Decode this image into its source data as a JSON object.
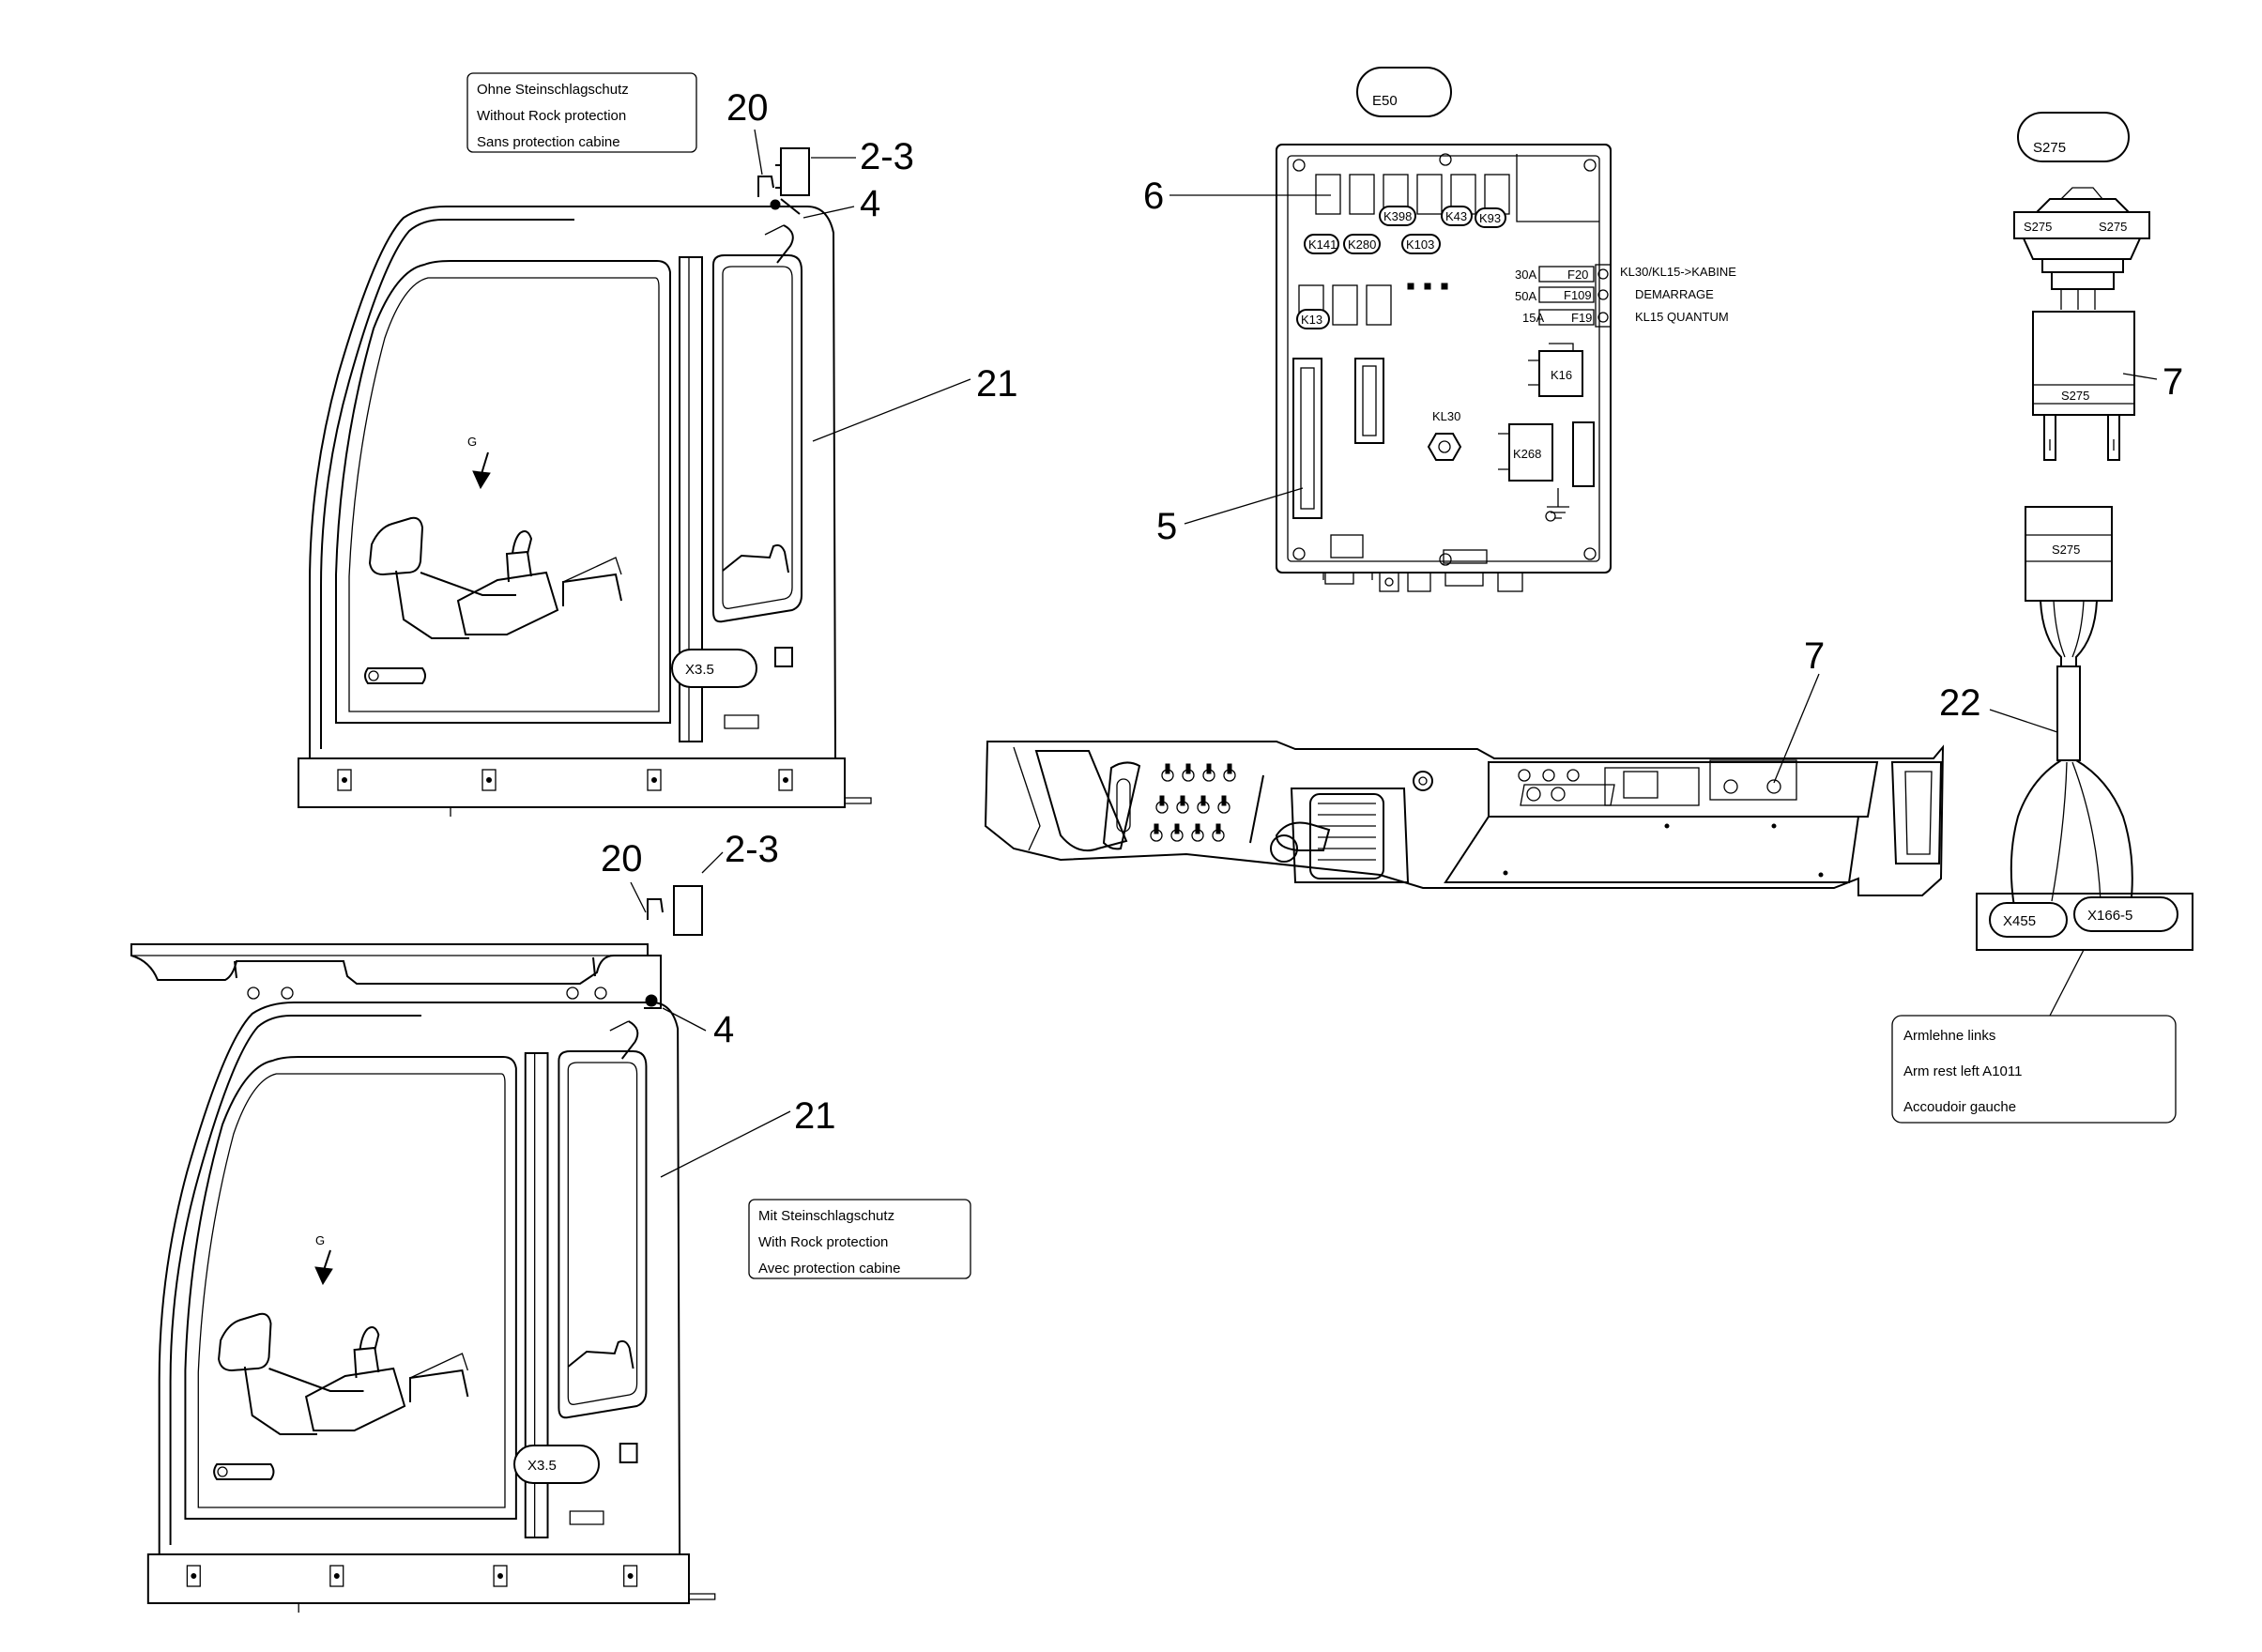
{
  "callouts": {
    "c20_top": "20",
    "c23_top": "2-3",
    "c4_top": "4",
    "c21_top": "21",
    "c20_bot": "20",
    "c23_bot": "2-3",
    "c4_bot": "4",
    "c21_bot": "21",
    "c6": "6",
    "c5": "5",
    "c7_panel": "7",
    "c7_switch": "7",
    "c22": "22"
  },
  "notes": {
    "without_rock": [
      "Ohne Steinschlagschutz",
      "Without Rock protection",
      "Sans protection cabine"
    ],
    "with_rock": [
      "Mit Steinschlagschutz",
      "With Rock protection",
      "Avec protection cabine"
    ],
    "armrest": [
      "Armlehne links",
      "Arm rest left    A1011",
      "Accoudoir gauche"
    ]
  },
  "tags": {
    "e50": "E50",
    "s275": "S275",
    "x455": "X455",
    "x166": "X166-5",
    "x35_top": "X3.5",
    "x35_bot": "X3.5",
    "g_top": "G",
    "g_bot": "G"
  },
  "box_labels": {
    "k141": "K141",
    "k280": "K280",
    "k398": "K398",
    "k43": "K43",
    "k93": "K93",
    "k103": "K103",
    "k13": "K13",
    "k16": "K16",
    "k268": "K268",
    "kl30": "KL30",
    "fuse_a1": "30A",
    "fuse_a2": "50A",
    "fuse_a3": "15A",
    "f20": "F20",
    "f109": "F109",
    "f19": "F19",
    "fuse_t1": "KL30/KL15->KABINE",
    "fuse_t2": "DEMARRAGE",
    "fuse_t3": "KL15 QUANTUM"
  },
  "switch_labels": {
    "s1": "S275",
    "s2": "S275",
    "s3": "S275",
    "s4": "S275"
  }
}
